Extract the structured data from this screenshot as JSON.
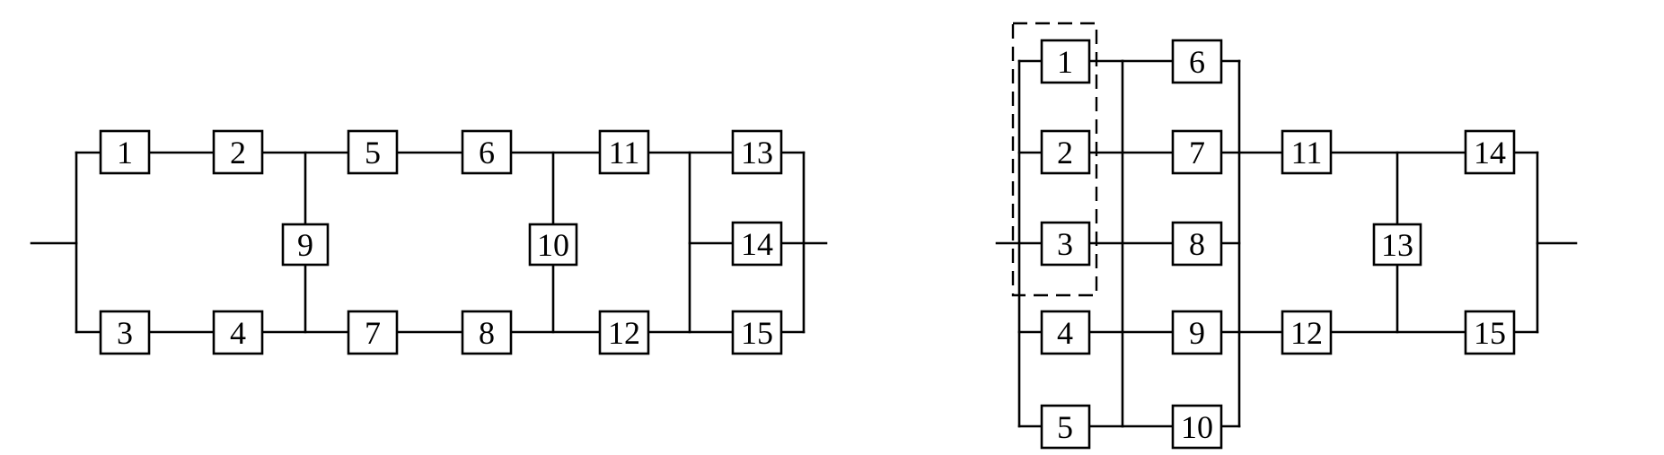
{
  "diagram_left": {
    "blocks": [
      "1",
      "2",
      "3",
      "4",
      "5",
      "6",
      "7",
      "8",
      "9",
      "10",
      "11",
      "12",
      "13",
      "14",
      "15"
    ]
  },
  "diagram_right": {
    "blocks": [
      "1",
      "2",
      "3",
      "4",
      "5",
      "6",
      "7",
      "8",
      "9",
      "10",
      "11",
      "12",
      "13",
      "14",
      "15"
    ],
    "highlight_group": [
      "1",
      "2",
      "3"
    ]
  }
}
